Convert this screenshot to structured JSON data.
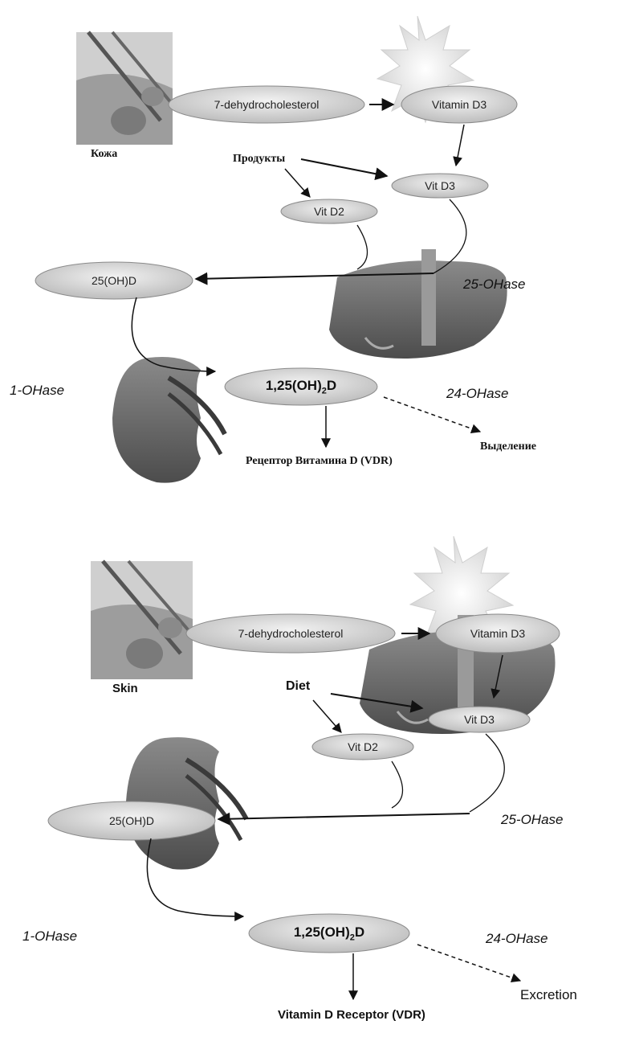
{
  "ru": {
    "skin_label": "Кожа",
    "diet_label": "Продукты",
    "precursor": "7-dehydrocholesterol",
    "vitamin_d3": "Vitamin D3",
    "vit_d3": "Vit D3",
    "vit_d2": "Vit D2",
    "hydroxy": "25(OH)D",
    "enzyme_25": "25-OHase",
    "enzyme_1": "1-OHase",
    "enzyme_24": "24-OHase",
    "active_main": "1,25(OH)",
    "active_sub": "2",
    "active_tail": "D",
    "receptor": "Рецептор Витамина D (VDR)",
    "excretion": "Выделение"
  },
  "en": {
    "skin_label": "Skin",
    "diet_label": "Diet",
    "precursor": "7-dehydrocholesterol",
    "vitamin_d3": "Vitamin D3",
    "vit_d3": "Vit D3",
    "vit_d2": "Vit D2",
    "hydroxy": "25(OH)D",
    "enzyme_25": "25-OHase",
    "enzyme_1": "1-OHase",
    "enzyme_24": "24-OHase",
    "active_main": "1,25(OH)",
    "active_sub": "2",
    "active_tail": "D",
    "receptor": "Vitamin D Receptor (VDR)",
    "excretion": "Excretion"
  },
  "colors": {
    "oval_fill": "#d8d8d8",
    "oval_edge": "#8a8a8a",
    "arrow": "#111111",
    "organ": "#6e6e6e"
  }
}
